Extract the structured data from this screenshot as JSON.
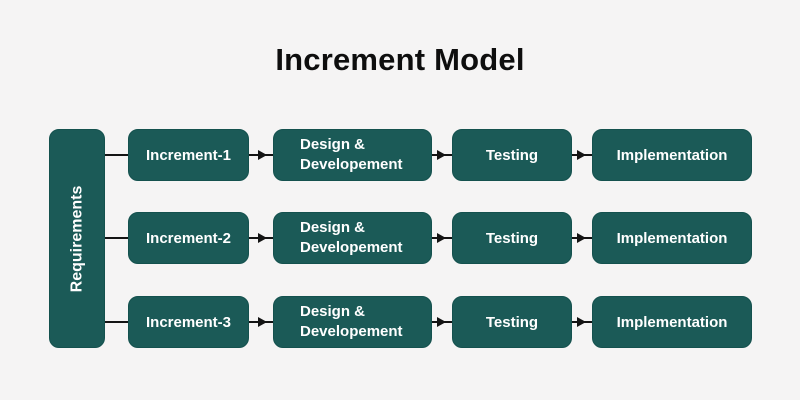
{
  "title": "Increment Model",
  "colors": {
    "background": "#f5f4f4",
    "box_fill": "#1b5a57",
    "box_border": "#14514e",
    "box_text": "#ffffff",
    "title_text": "#0e0e0e",
    "connector": "#141414"
  },
  "requirements": {
    "label": "Requirements"
  },
  "rows": [
    {
      "increment": "Increment-1",
      "design_line1": "Design &",
      "design_line2": "Developement",
      "testing": "Testing",
      "implementation": "Implementation"
    },
    {
      "increment": "Increment-2",
      "design_line1": "Design &",
      "design_line2": "Developement",
      "testing": "Testing",
      "implementation": "Implementation"
    },
    {
      "increment": "Increment-3",
      "design_line1": "Design &",
      "design_line2": "Developement",
      "testing": "Testing",
      "implementation": "Implementation"
    }
  ]
}
